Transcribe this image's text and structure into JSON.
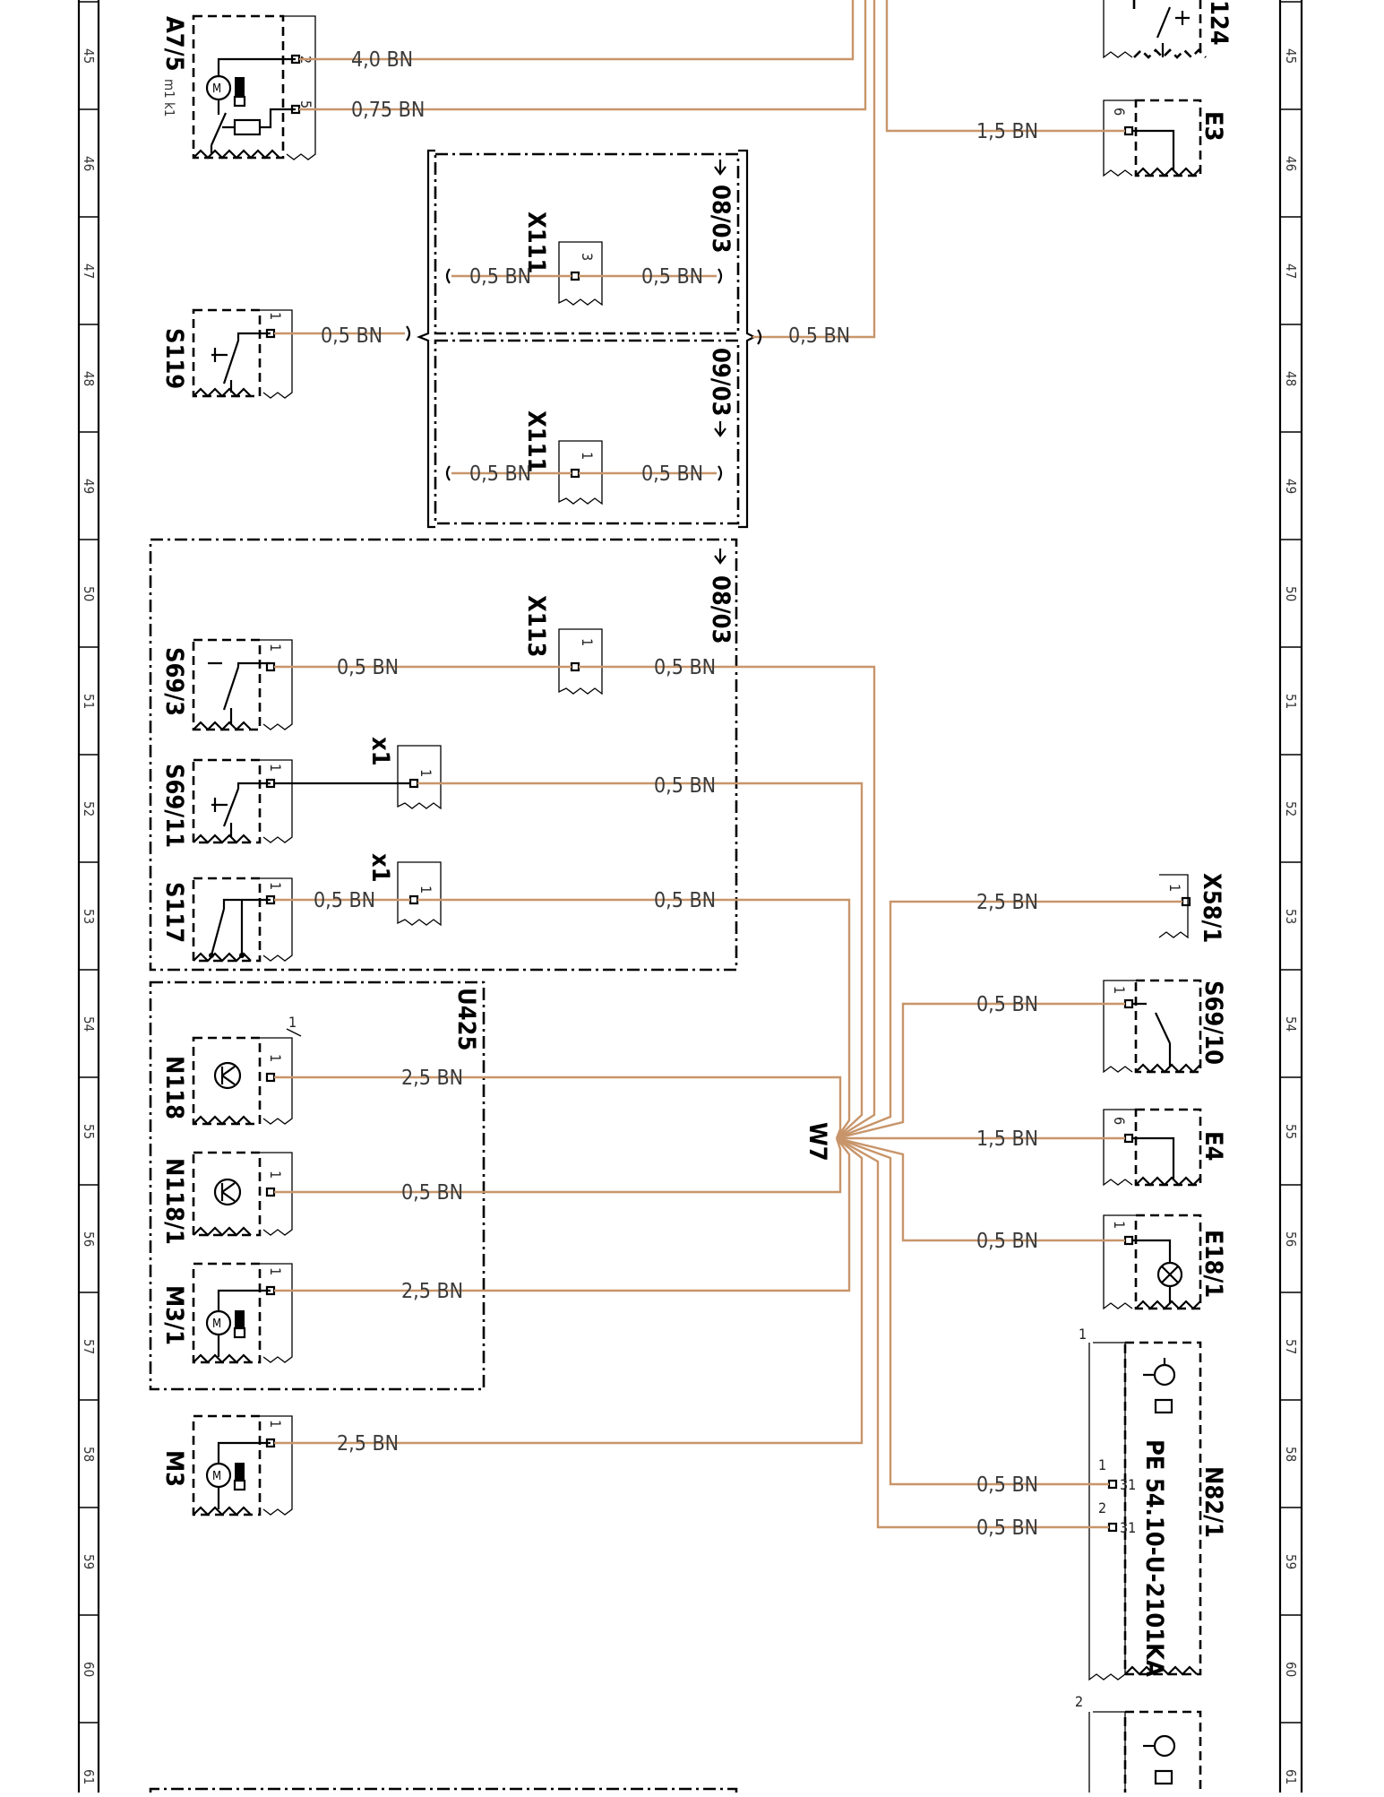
{
  "ruler_numbers": [
    "45",
    "46",
    "47",
    "48",
    "49",
    "50",
    "51",
    "52",
    "53",
    "54",
    "55",
    "56",
    "57",
    "58",
    "59",
    "60",
    "61"
  ],
  "components": {
    "a7_5": "A7/5",
    "a7_5_sub": "m1  k1",
    "n24": "124",
    "e3": "E3",
    "x111_a": "X111",
    "x111_b": "X111",
    "s119": "S119",
    "x113": "X113",
    "x1_a": "x1",
    "x1_b": "x1",
    "s69_3": "S69/3",
    "s69_11": "S69/11",
    "s117": "S117",
    "u425": "U425",
    "n118": "N118",
    "n118_1": "N118/1",
    "m3_1": "M3/1",
    "m3": "M3",
    "w7": "W7",
    "x58_1": "X58/1",
    "s69_10": "S69/10",
    "e4": "E4",
    "e18_1": "E18/1",
    "n82_1": "N82/1",
    "n82_part": "PE 54.10-U-2101KA"
  },
  "variants": {
    "v1": "08/03",
    "v2": "09/03",
    "v3": "08/03"
  },
  "wire_labels": {
    "a7_5_pin2": "4,0  BN",
    "a7_5_pin5": "0,75  BN",
    "e3": "1,5  BN",
    "x111_a_left": "0,5  BN",
    "x111_a_right": "0,5  BN",
    "s119": "0,5  BN",
    "s119_out": "0,5  BN",
    "x111_b_left": "0,5  BN",
    "x111_b_right": "0,5  BN",
    "s69_3": "0,5  BN",
    "x113_out": "0,5  BN",
    "s69_11_out": "0,5  BN",
    "s117": "0,5  BN",
    "s117_out": "0,5  BN",
    "n118": "2,5  BN",
    "n118_1": "0,5  BN",
    "m3_1": "2,5  BN",
    "m3": "2,5  BN",
    "x58_1": "2,5  BN",
    "s69_10": "0,5  BN",
    "e4": "1,5  BN",
    "e18_1": "0,5  BN",
    "n82_1_pin1": "0,5  BN",
    "n82_1_pin2": "0,5  BN"
  },
  "pins": {
    "a7_5_p2": "2",
    "a7_5_p5": "5",
    "e3_p": "6",
    "x111_a_p": "3",
    "x111_b_p": "1",
    "s119_p": "1",
    "x113_p": "1",
    "s69_3_p": "1",
    "s69_11_p": "1",
    "x1_a_p": "1",
    "s117_p": "1",
    "x1_b_p": "1",
    "n118_p": "1",
    "n118_p_top": "1",
    "n118_1_p": "1",
    "m3_1_p": "1",
    "m3_p": "1",
    "x58_1_p": "1",
    "s69_10_p": "1",
    "e4_p": "6",
    "e18_1_p": "1",
    "n82_1_top": "1",
    "n82_1_p1": "1",
    "n82_1_p2": "2",
    "n82_1_g1": "31",
    "n82_1_g2": "31",
    "n82_2_top": "2"
  },
  "colors": {
    "wire_bn": "#c8956a",
    "ink": "#000000"
  }
}
